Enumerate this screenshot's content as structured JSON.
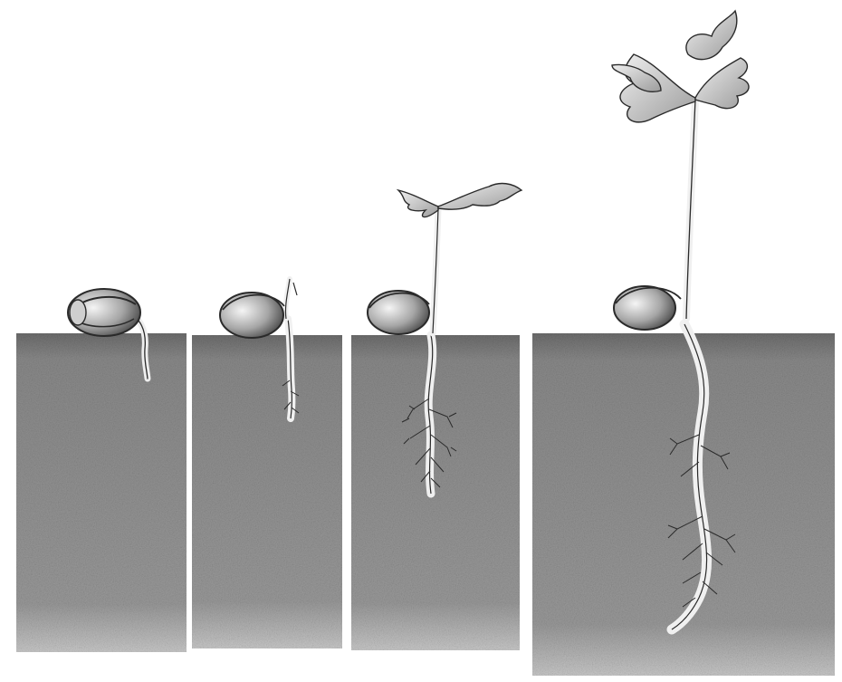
{
  "illustration": {
    "style": "graphite pencil drawing",
    "colors": {
      "background": "#ffffff",
      "soil": "#8a8a8a",
      "soil_dark": "#6e6e6e",
      "ink": "#2a2a2a",
      "root": "#f2f2f2",
      "leaf": "#d9d9d9"
    },
    "stages": [
      {
        "name": "acorn-sprouting"
      },
      {
        "name": "radicle-emerging"
      },
      {
        "name": "seedling-first-leaves"
      },
      {
        "name": "young-oak-sapling"
      }
    ]
  }
}
